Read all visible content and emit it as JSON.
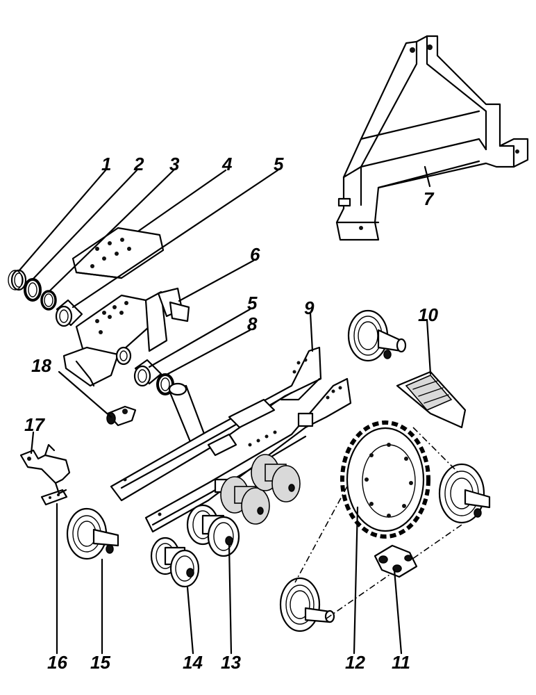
{
  "callouts": [
    {
      "id": "c1",
      "label": "1"
    },
    {
      "id": "c2",
      "label": "2"
    },
    {
      "id": "c3",
      "label": "3"
    },
    {
      "id": "c4",
      "label": "4"
    },
    {
      "id": "c5a",
      "label": "5"
    },
    {
      "id": "c5b",
      "label": "5"
    },
    {
      "id": "c6",
      "label": "6"
    },
    {
      "id": "c7",
      "label": "7"
    },
    {
      "id": "c8",
      "label": "8"
    },
    {
      "id": "c9",
      "label": "9"
    },
    {
      "id": "c10",
      "label": "10"
    },
    {
      "id": "c11",
      "label": "11"
    },
    {
      "id": "c12",
      "label": "12"
    },
    {
      "id": "c13",
      "label": "13"
    },
    {
      "id": "c14",
      "label": "14"
    },
    {
      "id": "c15",
      "label": "15"
    },
    {
      "id": "c16",
      "label": "16"
    },
    {
      "id": "c17",
      "label": "17"
    },
    {
      "id": "c18",
      "label": "18"
    }
  ]
}
